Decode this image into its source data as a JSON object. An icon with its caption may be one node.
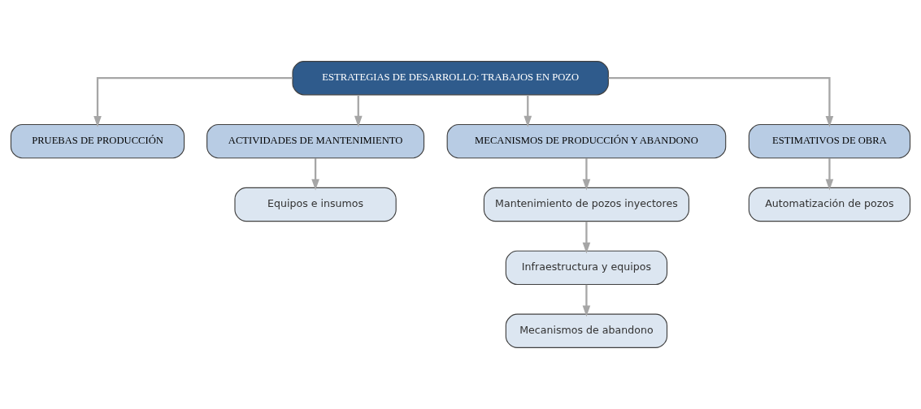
{
  "diagram": {
    "nodes": [
      {
        "text": [
          "ESTRATEGIAS DE DESARROLLO: TRABAJOS EN POZO"
        ]
      },
      {
        "text": [
          "PRUEBAS DE PRODUCCIÓN"
        ]
      },
      {
        "text": [
          "ACTIVIDADES DE MANTENIMIENTO"
        ]
      },
      {
        "text": [
          "MECANISMOS DE PRODUCCIÓN Y ABANDONO"
        ]
      },
      {
        "text": [
          "ESTIMATIVOS DE OBRA"
        ]
      },
      {
        "text": [
          "Equipos e insumos"
        ]
      },
      {
        "text": [
          "Mantenimiento de pozos inyectores"
        ]
      },
      {
        "text": [
          "Infraestructura y equipos"
        ]
      },
      {
        "text": [
          "Mecanismos de abandono"
        ]
      },
      {
        "text": [
          "Automatización de pozos"
        ]
      }
    ],
    "edges": [
      {
        "from": 0,
        "to": 1,
        "arrow": "to"
      },
      {
        "from": 0,
        "to": 2,
        "arrow": "to"
      },
      {
        "from": 0,
        "to": 3,
        "arrow": "to"
      },
      {
        "from": 0,
        "to": 4,
        "arrow": "to"
      },
      {
        "from": 2,
        "to": 5,
        "arrow": "to"
      },
      {
        "from": 3,
        "to": 6,
        "arrow": "to"
      },
      {
        "from": 6,
        "to": 7,
        "arrow": "to"
      },
      {
        "from": 7,
        "to": 8,
        "arrow": "to"
      },
      {
        "from": 4,
        "to": 9,
        "arrow": "to"
      }
    ]
  }
}
